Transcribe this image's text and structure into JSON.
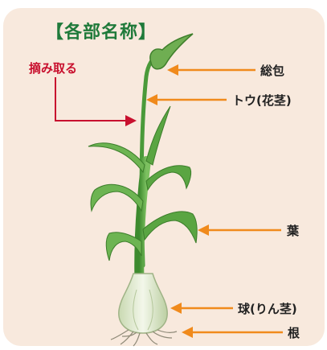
{
  "title": "【各部名称】",
  "pick_label": "摘み取る",
  "labels": {
    "soho": "総包",
    "tou": "トウ(花茎)",
    "ha": "葉",
    "kyu": "球(りん茎)",
    "ne": "根"
  },
  "colors": {
    "background_panel": "#f8e9dd",
    "title": "#1f7a3a",
    "pick": "#c8102e",
    "arrow": "#f08a1c",
    "leaf": "#4f9a3a",
    "bulb": "#dfe9cf"
  }
}
